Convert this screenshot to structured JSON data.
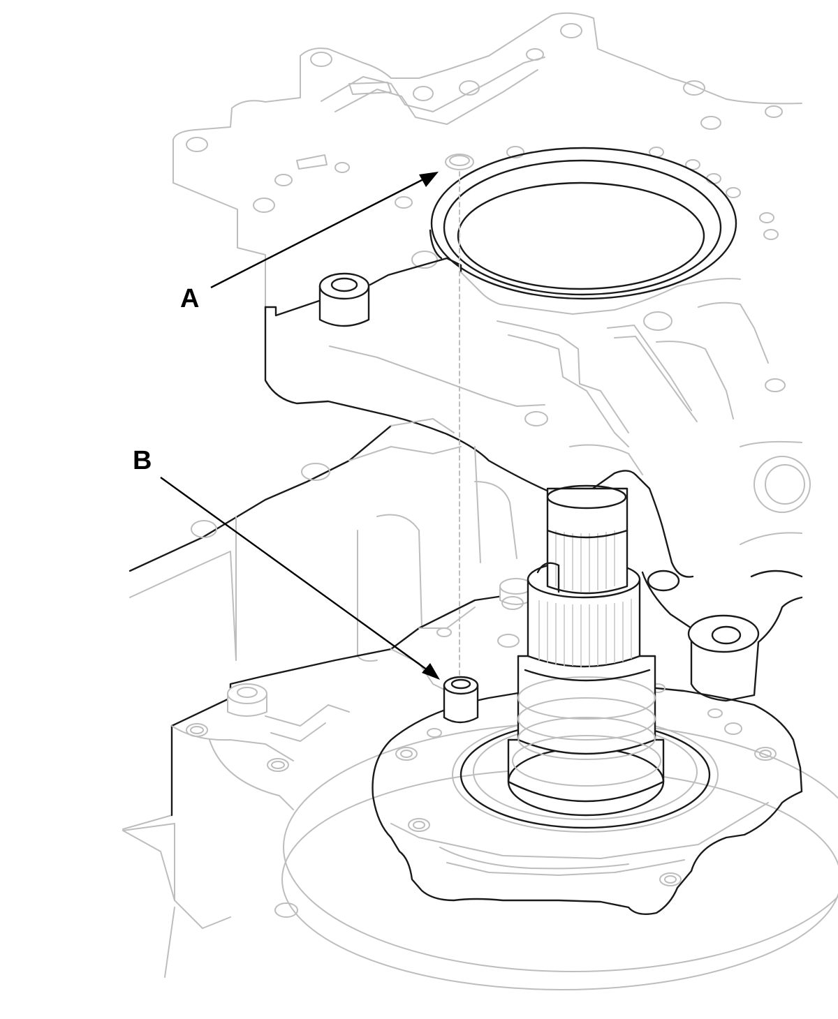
{
  "diagram": {
    "callouts": [
      {
        "id": "A",
        "label": "A"
      },
      {
        "id": "B",
        "label": "B"
      }
    ],
    "colors": {
      "line_dark": "#1a1a1a",
      "line_ghost": "#bdbdbd",
      "background": "#ffffff"
    }
  }
}
